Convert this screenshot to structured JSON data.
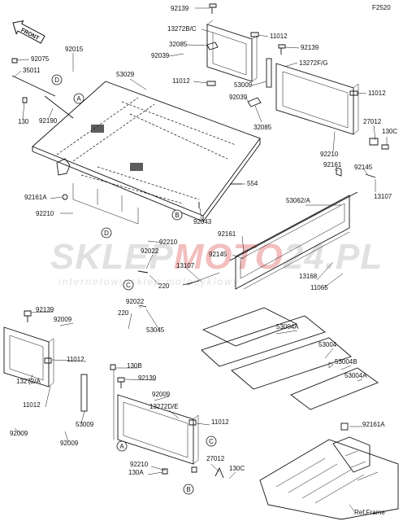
{
  "figure_code": "F2520",
  "front_marker": "FRONT",
  "watermark": {
    "brand_left": "SKLEP",
    "brand_mid": "MOTO",
    "brand_right": "24.PL",
    "tagline": "internetowy sklep motocyklowy"
  },
  "callout_labels": [
    "A",
    "B",
    "C",
    "D"
  ],
  "part_labels": [
    "92139",
    "13272B/C",
    "11012",
    "32085",
    "92039",
    "11012",
    "92139",
    "13272F/G",
    "53009",
    "11012",
    "92039",
    "32085",
    "27012",
    "130C",
    "92210",
    "92161",
    "92145",
    "13107",
    "92075",
    "35011",
    "92015",
    "53029",
    "130",
    "92190",
    "92161A",
    "92210",
    "554",
    "92043",
    "92210",
    "53062/A",
    "92161",
    "92145",
    "92022",
    "13107",
    "220",
    "13168",
    "11065",
    "92022",
    "220",
    "53045",
    "53004A",
    "53004",
    "53004B",
    "53004A",
    "92139",
    "92009",
    "11012",
    "13272/A",
    "11012",
    "53009",
    "92009",
    "92009",
    "130B",
    "92139",
    "92009",
    "13272D/E",
    "11012",
    "92161A",
    "92210",
    "130A",
    "27012",
    "130C",
    "Ref.Frame"
  ]
}
